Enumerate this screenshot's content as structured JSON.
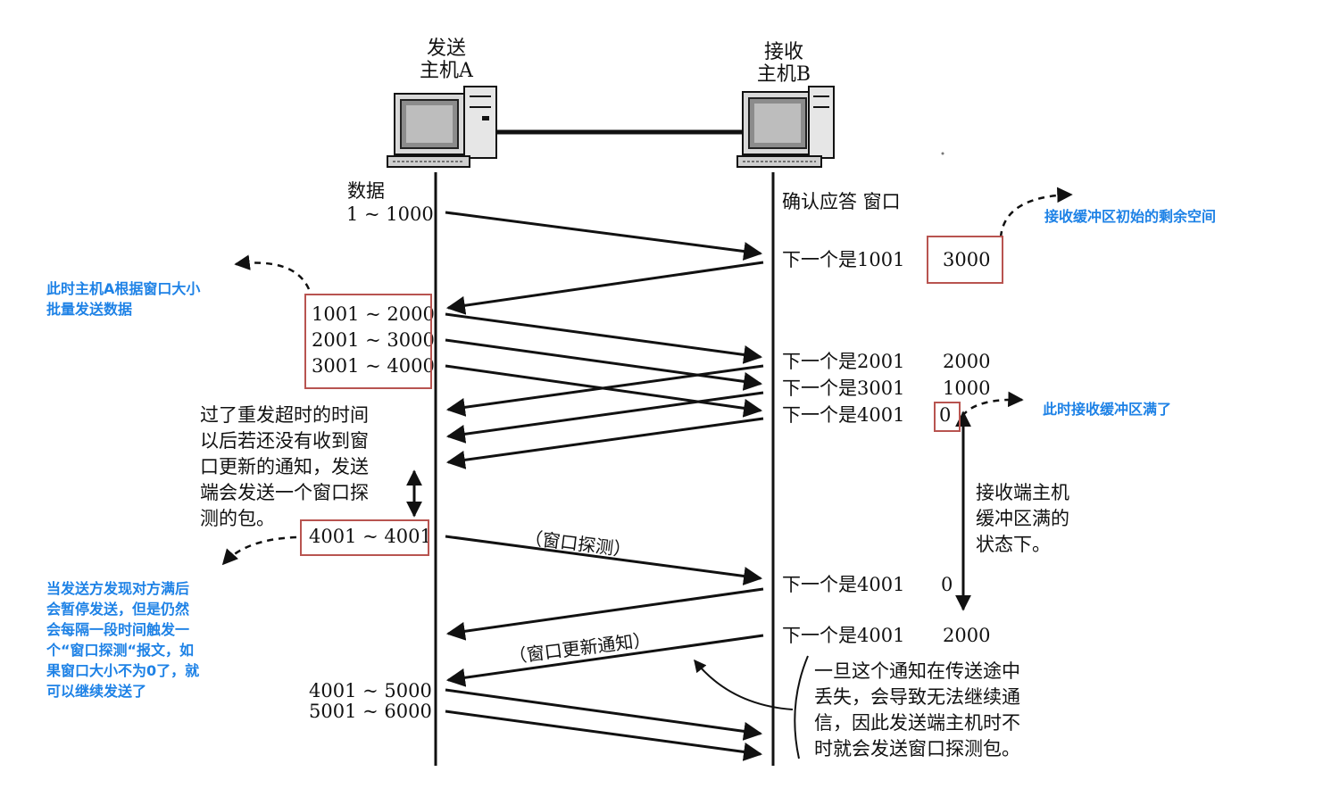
{
  "hosts": {
    "sender": {
      "line1": "发送",
      "line2": "主机A"
    },
    "receiver": {
      "line1": "接收",
      "line2": "主机B"
    }
  },
  "headers": {
    "data": "数据",
    "ack_window": "确认应答 窗口"
  },
  "data_segments": [
    "1 ~ 1000",
    "1001 ~ 2000",
    "2001 ~ 3000",
    "3001 ~ 4000",
    "4001 ~ 4001",
    "4001 ~ 5000",
    "5001 ~ 6000"
  ],
  "acks": [
    {
      "text": "下一个是1001",
      "window": "3000"
    },
    {
      "text": "下一个是2001",
      "window": "2000"
    },
    {
      "text": "下一个是3001",
      "window": "1000"
    },
    {
      "text": "下一个是4001",
      "window": "0"
    },
    {
      "text": "下一个是4001",
      "window": "0"
    },
    {
      "text": "下一个是4001",
      "window": "2000"
    }
  ],
  "packet_labels": {
    "probe": "（窗口探测）",
    "update": "（窗口更新通知）"
  },
  "notes": {
    "probe_explain": "过了重发超时的时间\n以后若还没有收到窗\n口更新的通知，发送\n端会发送一个窗口探\n测的包。",
    "buffer_full_state": "接收端主机\n缓冲区满的\n状态下。",
    "lost_notice": "一旦这个通知在传送途中\n丢失，会导致无法继续通\n信，因此发送端主机时不\n时就会发送窗口探测包。"
  },
  "annotations": {
    "initial_space": "接收缓冲区初始的剩余空间",
    "batch_send": "此时主机A根据窗口大小\n批量发送数据",
    "buffer_full": "此时接收缓冲区满了",
    "pause_probe": "当发送方发现对方满后\n会暂停发送，但是仍然\n会每隔一段时间触发一\n个“窗口探测“报文，如\n果窗口大小不为0了，就\n可以继续发送了"
  },
  "colors": {
    "annotation_blue": "#1e82e6",
    "highlight_red": "#b85450"
  }
}
